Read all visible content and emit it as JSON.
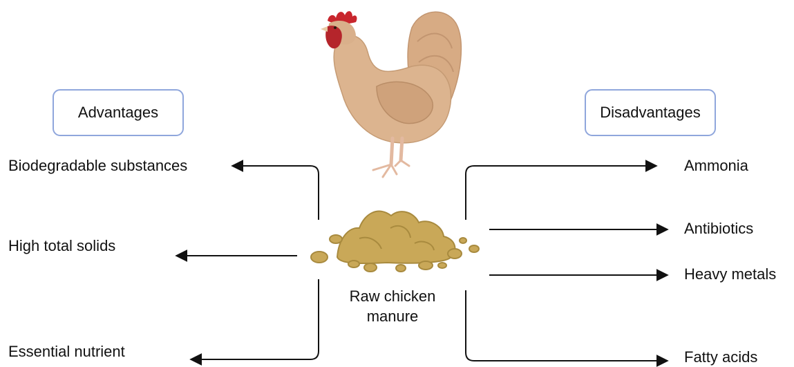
{
  "advantages": {
    "title": "Advantages",
    "items": [
      "Biodegradable substances",
      "High total solids",
      "Essential nutrient"
    ]
  },
  "disadvantages": {
    "title": "Disadvantages",
    "items": [
      "Ammonia",
      "Antibiotics",
      "Heavy metals",
      "Fatty acids"
    ]
  },
  "center": {
    "label_line1": "Raw chicken",
    "label_line2": "manure"
  },
  "colors": {
    "box_border": "#8fa6dc",
    "arrow": "#111111",
    "hen_body": "#dcb48f",
    "comb": "#c8262d",
    "manure": "#c9a858"
  }
}
